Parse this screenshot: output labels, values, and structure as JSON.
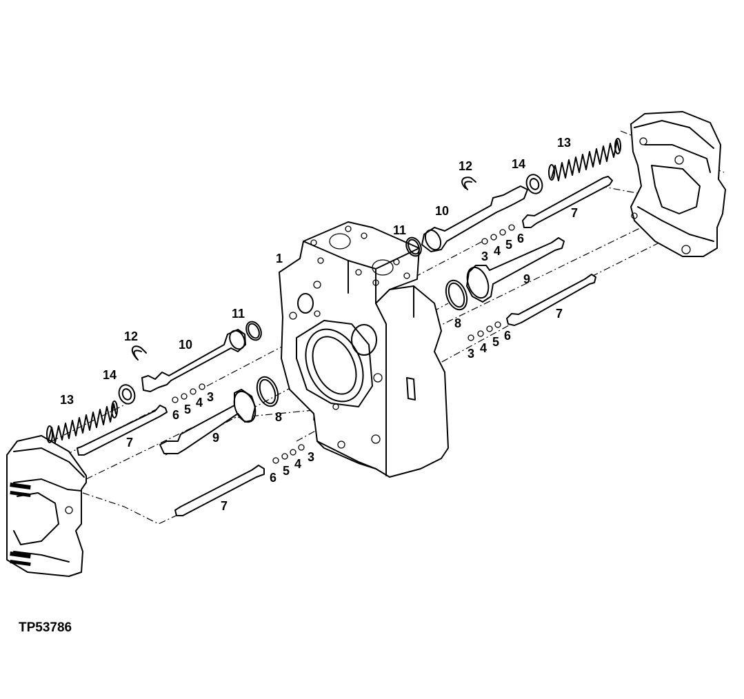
{
  "figure": {
    "reference_code": "TP53786",
    "callouts": [
      {
        "id": "c1",
        "text": "1"
      },
      {
        "id": "c3a",
        "text": "3"
      },
      {
        "id": "c4a",
        "text": "4"
      },
      {
        "id": "c5a",
        "text": "5"
      },
      {
        "id": "c6a",
        "text": "6"
      },
      {
        "id": "c3b",
        "text": "3"
      },
      {
        "id": "c4b",
        "text": "4"
      },
      {
        "id": "c5b",
        "text": "5"
      },
      {
        "id": "c6b",
        "text": "6"
      },
      {
        "id": "c3c",
        "text": "3"
      },
      {
        "id": "c4c",
        "text": "4"
      },
      {
        "id": "c5c",
        "text": "5"
      },
      {
        "id": "c6c",
        "text": "6"
      },
      {
        "id": "c3d",
        "text": "3"
      },
      {
        "id": "c4d",
        "text": "4"
      },
      {
        "id": "c5d",
        "text": "5"
      },
      {
        "id": "c6d",
        "text": "6"
      },
      {
        "id": "c7a",
        "text": "7"
      },
      {
        "id": "c7b",
        "text": "7"
      },
      {
        "id": "c7c",
        "text": "7"
      },
      {
        "id": "c7d",
        "text": "7"
      },
      {
        "id": "c8a",
        "text": "8"
      },
      {
        "id": "c8b",
        "text": "8"
      },
      {
        "id": "c9a",
        "text": "9"
      },
      {
        "id": "c9b",
        "text": "9"
      },
      {
        "id": "c10a",
        "text": "10"
      },
      {
        "id": "c10b",
        "text": "10"
      },
      {
        "id": "c11a",
        "text": "11"
      },
      {
        "id": "c11b",
        "text": "11"
      },
      {
        "id": "c12a",
        "text": "12"
      },
      {
        "id": "c12b",
        "text": "12"
      },
      {
        "id": "c13a",
        "text": "13"
      },
      {
        "id": "c13b",
        "text": "13"
      },
      {
        "id": "c14a",
        "text": "14"
      },
      {
        "id": "c14b",
        "text": "14"
      }
    ]
  }
}
